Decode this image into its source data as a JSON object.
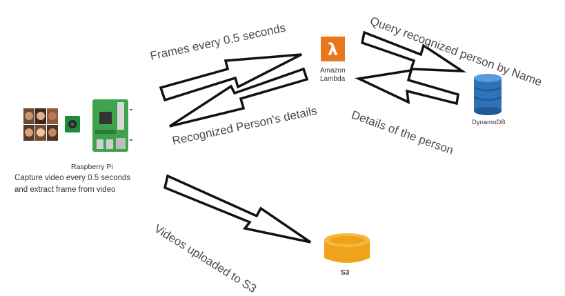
{
  "nodes": {
    "raspberry_pi": {
      "title": "Raspberry Pi",
      "caption_line1": "Capture video every 0.5 seconds",
      "caption_line2": "and extract frame from video"
    },
    "lambda": {
      "line1": "Amazon",
      "line2": "Lambda"
    },
    "dynamodb": {
      "label": "DynamoDB"
    },
    "s3": {
      "label": "S3"
    }
  },
  "edges": {
    "frames": "Frames every 0.5 seconds",
    "recognized_details": "Recognized Person's details",
    "query": "Query recognized person by Name",
    "details_person": "Details of the person",
    "videos_s3": "Videos uploaded to S3"
  },
  "colors": {
    "lambda_orange": "#e8761c",
    "dynamodb_blue": "#2e73b8",
    "s3_orange": "#f0a21a",
    "pi_green": "#3fa34d",
    "camera_green": "#1f8a3a",
    "arrow_stroke": "#111111"
  },
  "icons": [
    "lambda-icon",
    "dynamodb-icon",
    "s3-bucket-icon",
    "raspberry-pi-board-icon",
    "camera-module-icon",
    "faces-photo-icon"
  ]
}
